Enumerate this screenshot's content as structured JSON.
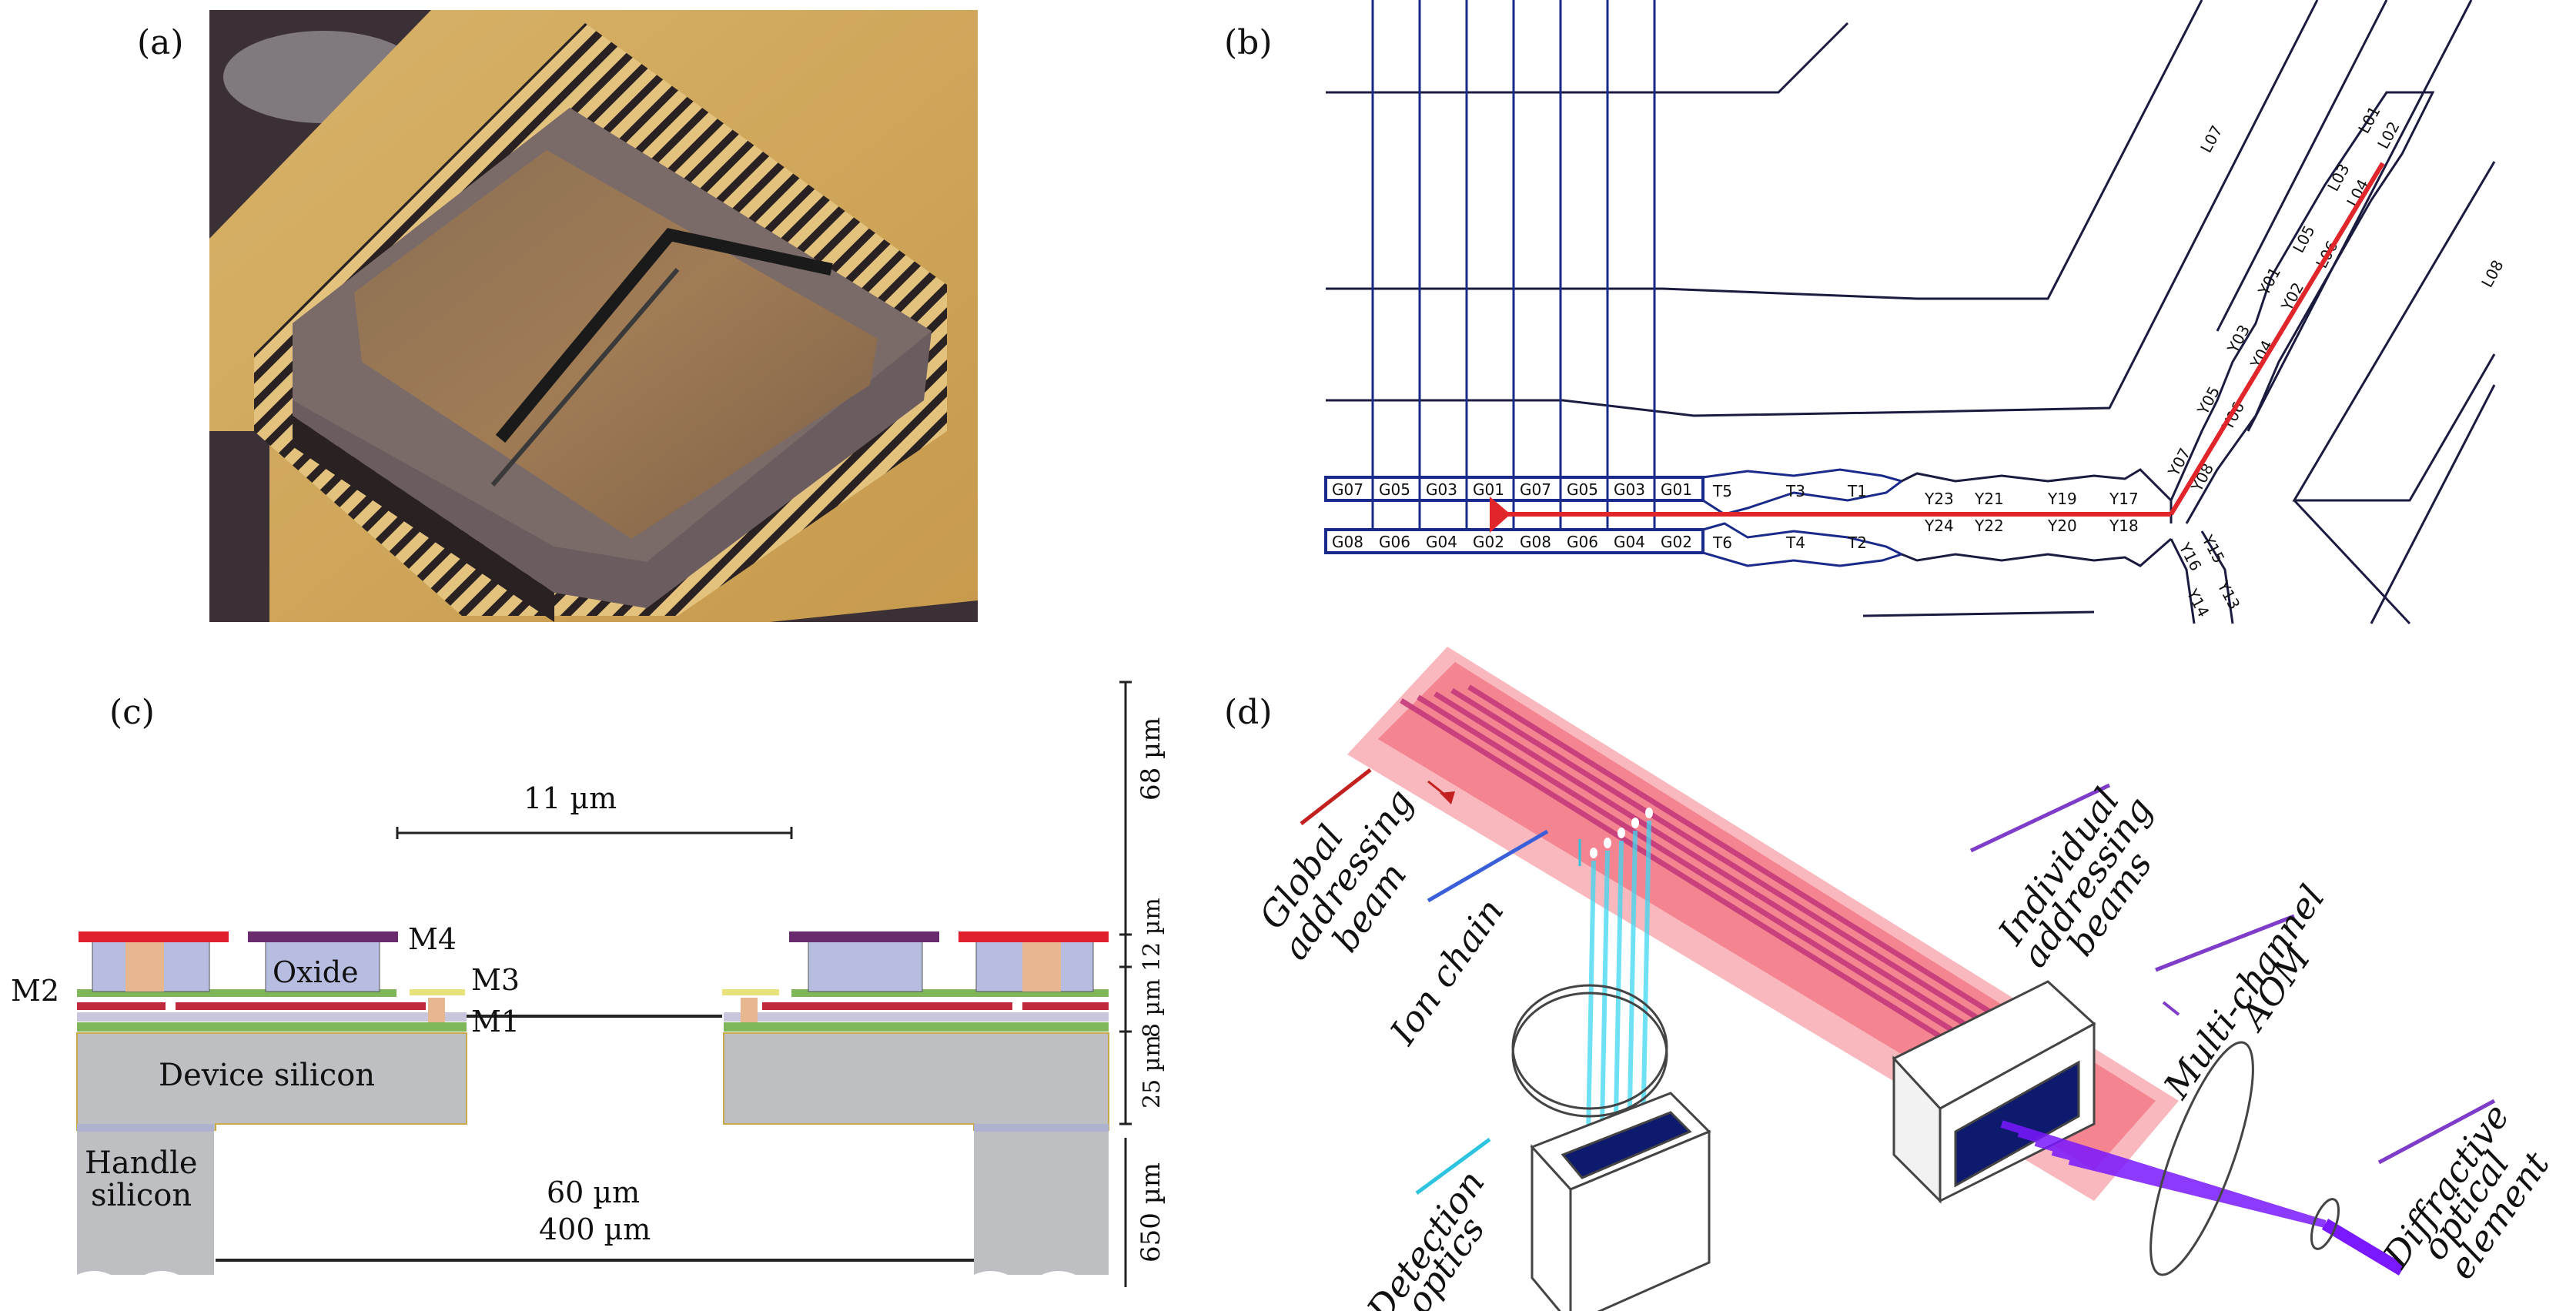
{
  "figure": {
    "panels": {
      "a": {
        "label": "(a)",
        "description": "Photograph of surface-electrode ion trap chip mounted in ceramic pin grid package"
      },
      "b": {
        "label": "(b)",
        "description": "Electrode layout of Y-junction trap with ion transport path",
        "electrodes_top_row": [
          "G07",
          "G05",
          "G03",
          "G01",
          "G07",
          "G05",
          "G03",
          "G01"
        ],
        "electrodes_bottom_row": [
          "G08",
          "G06",
          "G04",
          "G02",
          "G08",
          "G06",
          "G04",
          "G02"
        ],
        "transition_top": [
          "T5",
          "T3",
          "T1"
        ],
        "transition_bottom": [
          "T6",
          "T4",
          "T2"
        ],
        "junction_top": [
          "Y23",
          "Y21",
          "Y19",
          "Y17"
        ],
        "junction_bottom": [
          "Y24",
          "Y22",
          "Y20",
          "Y18"
        ],
        "arm_upper_left": [
          "Y07",
          "Y05",
          "Y03",
          "Y01"
        ],
        "arm_upper_right": [
          "Y08",
          "Y06",
          "Y04",
          "Y02"
        ],
        "arm_lower": [
          "Y16",
          "Y15",
          "Y14",
          "Y13"
        ],
        "leg_left": [
          "L05",
          "L03",
          "L01"
        ],
        "leg_right": [
          "L06",
          "L04",
          "L02"
        ],
        "large_electrodes": [
          "L07",
          "L08"
        ],
        "path_color": "#e0262b",
        "electrode_color": "#1a2a8a"
      },
      "c": {
        "label": "(c)",
        "description": "Cross-section of the trap chip layer stack",
        "layer_labels": {
          "m4": "M4",
          "m3": "M3",
          "m2": "M2",
          "m1": "M1",
          "oxide": "Oxide",
          "device_silicon": "Device silicon",
          "handle_silicon_line1": "Handle",
          "handle_silicon_line2": "silicon"
        },
        "dimensions": {
          "slot_width_top": "11 µm",
          "slot_width_device": "60 µm",
          "slot_width_handle": "400 µm",
          "vertical_68": "68 µm",
          "vertical_12": "12 µm",
          "vertical_8": "8 µm",
          "vertical_25": "25 µm",
          "vertical_650": "650 µm"
        },
        "colors": {
          "metal_top": "#e0202e",
          "metal_purple": "#6a2a6e",
          "oxide": "#b7bde0",
          "via": "#e7b88f",
          "silicon": "#bdbfc2",
          "green_layer": "#7fb65a",
          "metal_red": "#c0283c"
        }
      },
      "d": {
        "label": "(d)",
        "description": "Optical setup schematic for global and individual ion addressing",
        "labels": {
          "global_beam_1": "Global",
          "global_beam_2": "addressing",
          "global_beam_3": "beam",
          "ion_chain": "Ion chain",
          "detection_1": "Detection",
          "detection_2": "optics",
          "individual_1": "Individual",
          "individual_2": "addressing",
          "individual_3": "beams",
          "aom_1": "Multi-channel",
          "aom_2": "AOM",
          "doe_1": "Diffractive",
          "doe_2": "optical",
          "doe_3": "element"
        },
        "colors": {
          "global_beam": "#f06a7a",
          "individual_beams": "#c43a7a",
          "detection": "#2fd4ee",
          "uv_beams": "#7a18ff",
          "aom_window": "#0e1a6e"
        }
      }
    }
  }
}
